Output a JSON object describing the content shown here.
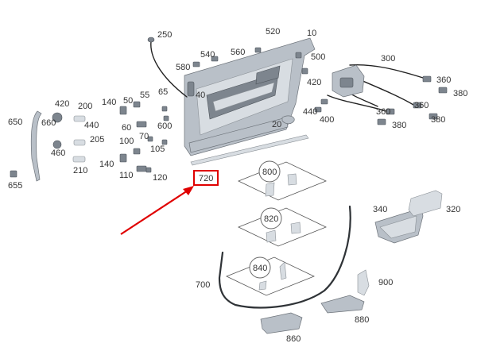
{
  "labels": {
    "p10": "10",
    "p20": "20",
    "p40": "40",
    "p50": "50",
    "p55": "55",
    "p60": "60",
    "p65": "65",
    "p70": "70",
    "p100": "100",
    "p105": "105",
    "p110": "110",
    "p120": "120",
    "p140a": "140",
    "p140b": "140",
    "p200": "200",
    "p205": "205",
    "p210": "210",
    "p250": "250",
    "p300": "300",
    "p320": "320",
    "p340": "340",
    "p360a": "360",
    "p360b": "360",
    "p360c": "360",
    "p380a": "380",
    "p380b": "380",
    "p380c": "380",
    "p400": "400",
    "p420a": "420",
    "p420b": "420",
    "p440a": "440",
    "p440b": "440",
    "p460": "460",
    "p500": "500",
    "p520": "520",
    "p540": "540",
    "p560": "560",
    "p580": "580",
    "p600": "600",
    "p650": "650",
    "p655": "655",
    "p660": "660",
    "p700": "700",
    "p720": "720",
    "p800": "800",
    "p820": "820",
    "p840": "840",
    "p860": "860",
    "p880": "880",
    "p900": "900"
  },
  "highlight": {
    "label": "720",
    "color": "#e00000"
  }
}
